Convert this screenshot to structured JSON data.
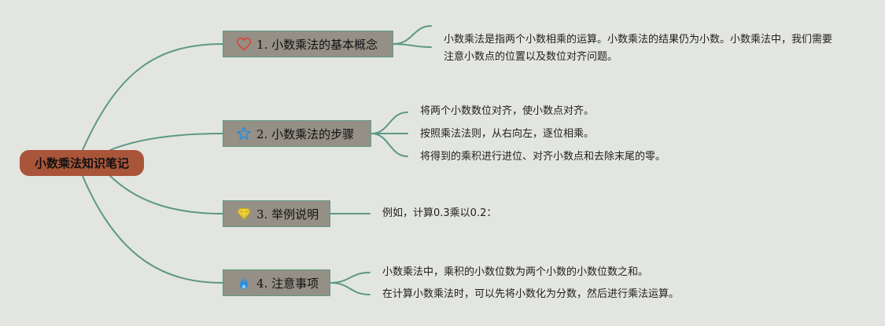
{
  "root": {
    "label": "小数乘法知识笔记"
  },
  "branches": [
    {
      "label": "1. 小数乘法的基本概念",
      "icon": "heart-icon",
      "icon_color": "#d8453a",
      "leaves": [
        "小数乘法是指两个小数相乘的运算。小数乘法的结果仍为小数。小数乘法中，我们需要注意小数点的位置以及数位对齐问题。"
      ]
    },
    {
      "label": "2. 小数乘法的步骤",
      "icon": "star-icon",
      "icon_color": "#2b8fd6",
      "leaves": [
        "将两个小数数位对齐，使小数点对齐。",
        "按照乘法法则，从右向左，逐位相乘。",
        "将得到的乘积进行进位、对齐小数点和去除末尾的零。"
      ]
    },
    {
      "label": "3. 举例说明",
      "icon": "diamond-icon",
      "icon_color": "#f2d43c",
      "leaves": [
        "例如，计算0.3乘以0.2："
      ]
    },
    {
      "label": "4. 注意事项",
      "icon": "flame-icon",
      "icon_color": "#2c8fe0",
      "leaves": [
        "小数乘法中，乘积的小数位数为两个小数的小数位数之和。",
        "在计算小数乘法时，可以先将小数化为分数，然后进行乘法运算。"
      ]
    }
  ],
  "colors": {
    "background": "#e3e5e1",
    "root": "#a9553a",
    "branch": "#959085",
    "line": "#5d9886"
  }
}
